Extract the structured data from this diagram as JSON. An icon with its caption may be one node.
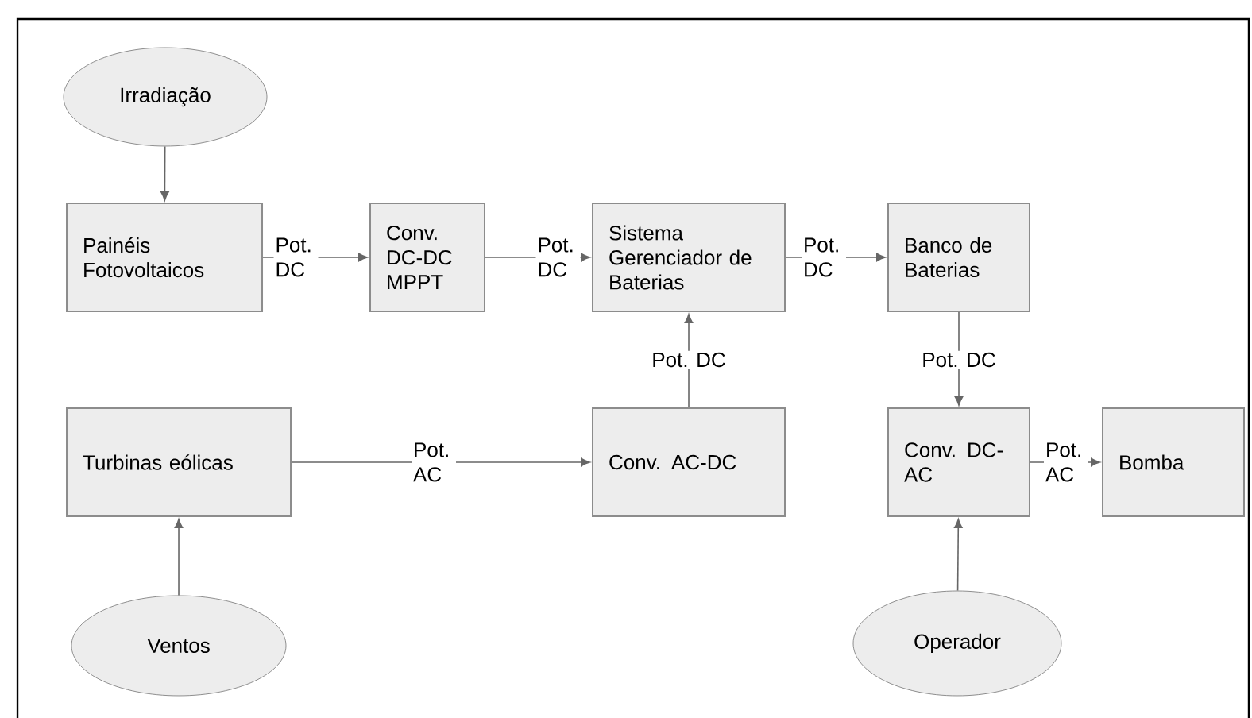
{
  "diagram": {
    "nodes": [
      {
        "text": [
          "Irradiação"
        ]
      },
      {
        "text": [
          "Painéis Fotovoltaicos"
        ]
      },
      {
        "text": [
          "Conv. DC-DC MPPT"
        ]
      },
      {
        "text": [
          "Sistema Gerenciador de Baterias"
        ]
      },
      {
        "text": [
          "Banco de Baterias"
        ]
      },
      {
        "text": [
          "Turbinas eólicas"
        ]
      },
      {
        "text": [
          "Conv. AC-DC"
        ]
      },
      {
        "text": [
          "Conv. DC-AC"
        ]
      },
      {
        "text": [
          "Bomba"
        ]
      },
      {
        "text": [
          "Ventos"
        ]
      },
      {
        "text": [
          "Operador"
        ]
      }
    ],
    "edges": [
      {
        "from": 0,
        "to": 1,
        "arrow": "to"
      },
      {
        "from": 1,
        "to": 2,
        "arrow": "to",
        "label": "Pot. DC"
      },
      {
        "from": 2,
        "to": 3,
        "arrow": "to",
        "label": "Pot. DC"
      },
      {
        "from": 3,
        "to": 4,
        "arrow": "to",
        "label": "Pot. DC"
      },
      {
        "from": 4,
        "to": 7,
        "arrow": "to",
        "label": "Pot. DC"
      },
      {
        "from": 5,
        "to": 6,
        "arrow": "to",
        "label": "Pot. AC"
      },
      {
        "from": 6,
        "to": 3,
        "arrow": "to",
        "label": "Pot. DC"
      },
      {
        "from": 7,
        "to": 8,
        "arrow": "to",
        "label": "Pot. AC"
      },
      {
        "from": 9,
        "to": 5,
        "arrow": "to"
      },
      {
        "from": 10,
        "to": 7,
        "arrow": "to"
      }
    ]
  }
}
